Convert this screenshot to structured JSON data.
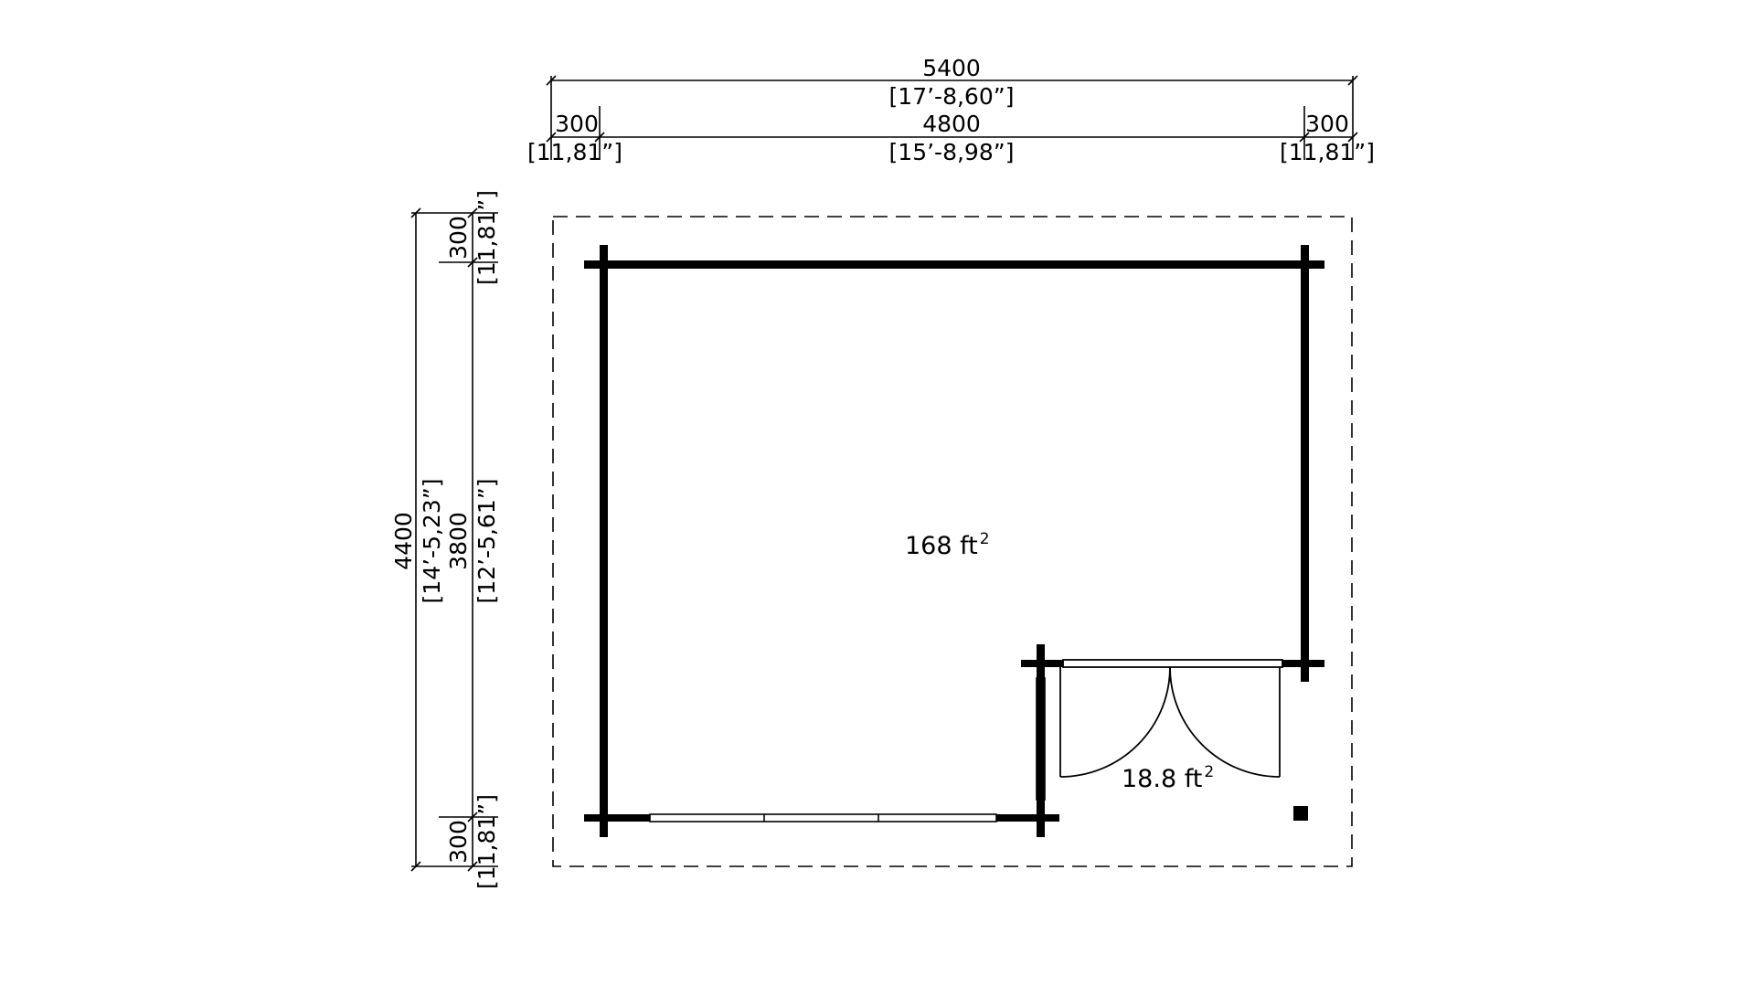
{
  "dimensions": {
    "overall_width": {
      "mm": "5400",
      "imperial": "[17’-8,60”]"
    },
    "inner_width": {
      "mm": "4800",
      "imperial": "[15’-8,98”]"
    },
    "left_overhang": {
      "mm": "300",
      "imperial": "[11,81”]"
    },
    "right_overhang": {
      "mm": "300",
      "imperial": "[11,81”]"
    },
    "overall_depth": {
      "mm": "4400",
      "imperial": "[14’-5,23”]"
    },
    "inner_depth": {
      "mm": "3800",
      "imperial": "[12’-5,61”]"
    },
    "top_overhang": {
      "mm": "300",
      "imperial": "[11,81”]"
    },
    "bottom_overhang": {
      "mm": "300",
      "imperial": "[11,81”]"
    }
  },
  "rooms": {
    "main": {
      "area": "168 ft",
      "exp": "2"
    },
    "porch": {
      "area": "18.8 ft",
      "exp": "2"
    }
  },
  "colors": {
    "line": "#000000",
    "background": "#ffffff"
  }
}
